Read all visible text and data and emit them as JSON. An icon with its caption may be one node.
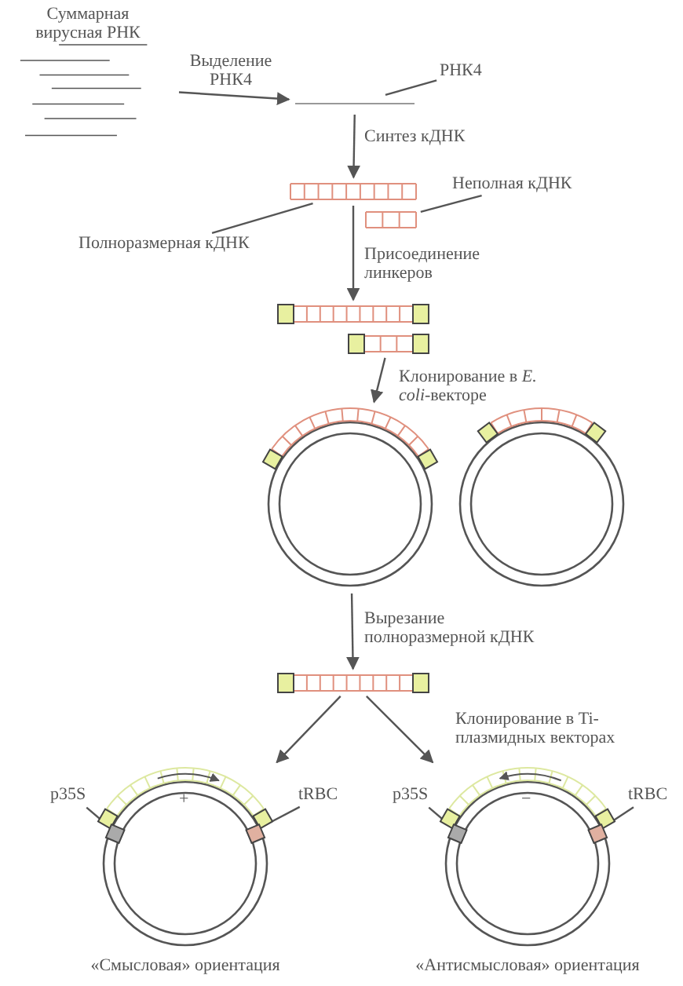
{
  "diagram": {
    "nodes": [
      {
        "text": [
          "Суммарная вирусная РНК"
        ]
      },
      {
        "text": [],
        "shape": "line"
      },
      {
        "text": [
          "РНК4"
        ]
      },
      {
        "text": [],
        "shape": "ladder"
      },
      {
        "text": [],
        "shape": "ladder"
      },
      {
        "text": [
          "Неполная кДНК"
        ]
      },
      {
        "text": [
          "Полноразмерная кДНК"
        ]
      },
      {
        "text": [],
        "shape": "ladder"
      },
      {
        "text": [],
        "shape": "ladder"
      },
      {
        "text": [],
        "shape": "circle"
      },
      {
        "text": [],
        "shape": "circle"
      },
      {
        "text": [],
        "shape": "ladder"
      },
      {
        "text": [
          "+"
        ],
        "beside": [
          "«Смысловая» ориентация"
        ]
      },
      {
        "text": [
          "−"
        ],
        "beside": [
          "«Антисмысловая» ориентация"
        ]
      },
      {
        "text": [
          "p35S"
        ]
      },
      {
        "text": [
          "tRBC"
        ]
      },
      {
        "text": [
          "p35S"
        ]
      },
      {
        "text": [
          "tRBC"
        ]
      }
    ],
    "edges": [
      {
        "from": 0,
        "to": 1,
        "arrow": "to",
        "label": "Выделение РНК4"
      },
      {
        "from": 2,
        "to": 1,
        "arrow": "none"
      },
      {
        "from": 1,
        "to": 3,
        "arrow": "to",
        "label": "Синтез кДНК"
      },
      {
        "from": 5,
        "to": 4,
        "arrow": "none"
      },
      {
        "from": 6,
        "to": 3,
        "arrow": "none"
      },
      {
        "from": 3,
        "to": 7,
        "arrow": "to",
        "label": "Присоединение линкеров"
      },
      {
        "from": 8,
        "to": 9,
        "arrow": "to",
        "label": "Клонирование в *E. coli*-векторе"
      },
      {
        "from": 9,
        "to": 11,
        "arrow": "to",
        "label": "Вырезание полноразмерной кДНК"
      },
      {
        "from": 11,
        "to": 12,
        "arrow": "to"
      },
      {
        "from": 11,
        "to": 13,
        "arrow": "to",
        "label": "Клонирование в Ti-плазмидных векторах"
      },
      {
        "from": 14,
        "to": 12,
        "arrow": "none"
      },
      {
        "from": 15,
        "to": 12,
        "arrow": "none"
      },
      {
        "from": 16,
        "to": 13,
        "arrow": "none"
      },
      {
        "from": 17,
        "to": 13,
        "arrow": "none"
      }
    ]
  }
}
